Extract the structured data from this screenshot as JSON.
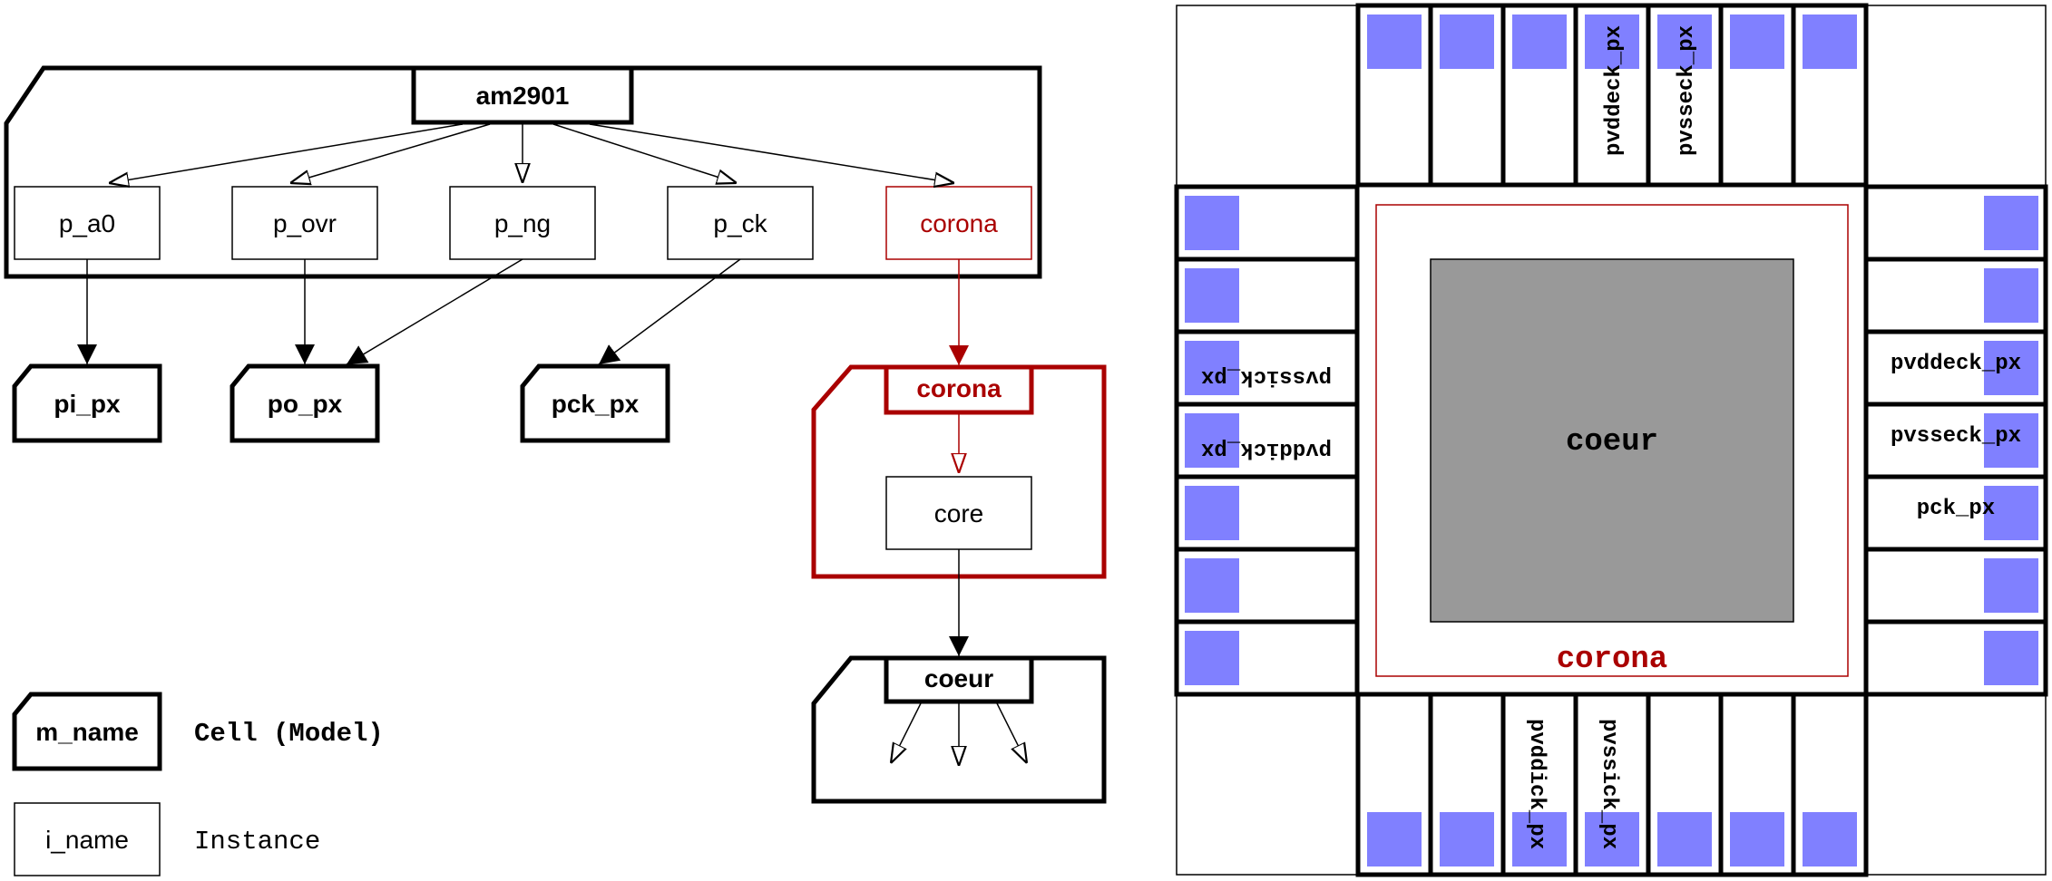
{
  "hierarchy": {
    "root_cell": "am2901",
    "instances": [
      "p_a0",
      "p_ovr",
      "p_ng",
      "p_ck",
      "corona"
    ],
    "pad_models": [
      "pi_px",
      "po_px",
      "pck_px"
    ],
    "corona_cell": "corona",
    "core_instance": "core",
    "coeur_cell": "coeur"
  },
  "legend": {
    "model_box": "m_name",
    "model_desc": "Cell (Model)",
    "instance_box": "i_name",
    "instance_desc": "Instance"
  },
  "layout": {
    "coeur_label": "coeur",
    "corona_label": "corona",
    "top_pads": [
      "pvddeck_px",
      "pvsseck_px"
    ],
    "bottom_pads": [
      "pvddick_px",
      "pvssick_px"
    ],
    "left_pads": [
      "pvssick_px",
      "pvddick_px"
    ],
    "right_pads": [
      "pvddeck_px",
      "pvsseck_px",
      "pck_px"
    ]
  },
  "colors": {
    "accent": "#aa0000",
    "pad_square": "#8080ff",
    "core_fill": "#999999"
  }
}
